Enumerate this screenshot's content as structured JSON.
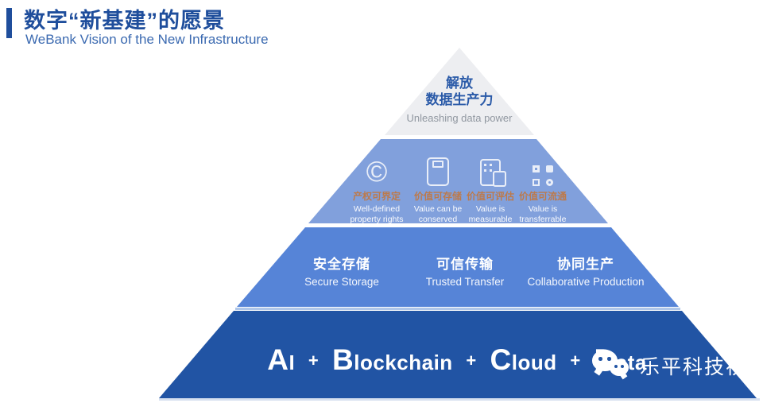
{
  "header": {
    "title": "数字“新基建”的愿景",
    "subtitle": "WeBank Vision of the New Infrastructure"
  },
  "pyramid": {
    "tier1": {
      "cn_line1": "解放",
      "cn_line2": "数据生产力",
      "en": "Unleashing data power"
    },
    "tier2": {
      "items": [
        {
          "icon": "copyright-icon",
          "cn": "产权可界定",
          "en_line1": "Well-defined",
          "en_line2": "property rights"
        },
        {
          "icon": "storage-icon",
          "cn": "价值可存储",
          "en_line1": "Value can be",
          "en_line2": "conserved"
        },
        {
          "icon": "calculator-icon",
          "cn": "价值可评估",
          "en_line1": "Value is",
          "en_line2": "measurable"
        },
        {
          "icon": "grid-squares-icon",
          "cn": "价值可流通",
          "en_line1": "Value is",
          "en_line2": "transferrable"
        }
      ]
    },
    "tier3": {
      "items": [
        {
          "cn": "安全存储",
          "en": "Secure Storage"
        },
        {
          "cn": "可信传输",
          "en": "Trusted Transfer"
        },
        {
          "cn": "协同生产",
          "en": "Collaborative Production"
        }
      ]
    },
    "tier4": {
      "part1": "AI",
      "part2": "Blockchain",
      "part3": "Cloud",
      "part4": "Data",
      "separator": "+"
    }
  },
  "watermark": {
    "icon": "wechat-icon",
    "label": "乐平科技视角"
  },
  "colors": {
    "accent_blue": "#1f4e9c",
    "tier1_bg": "#edeef1",
    "tier2_bg": "#81a0dc",
    "tier3_bg": "#5684d7",
    "tier4_bg": "#2154a4",
    "tier2_cn_text": "#bc7a4c",
    "tier1_cn_text": "#2a5aa8"
  }
}
